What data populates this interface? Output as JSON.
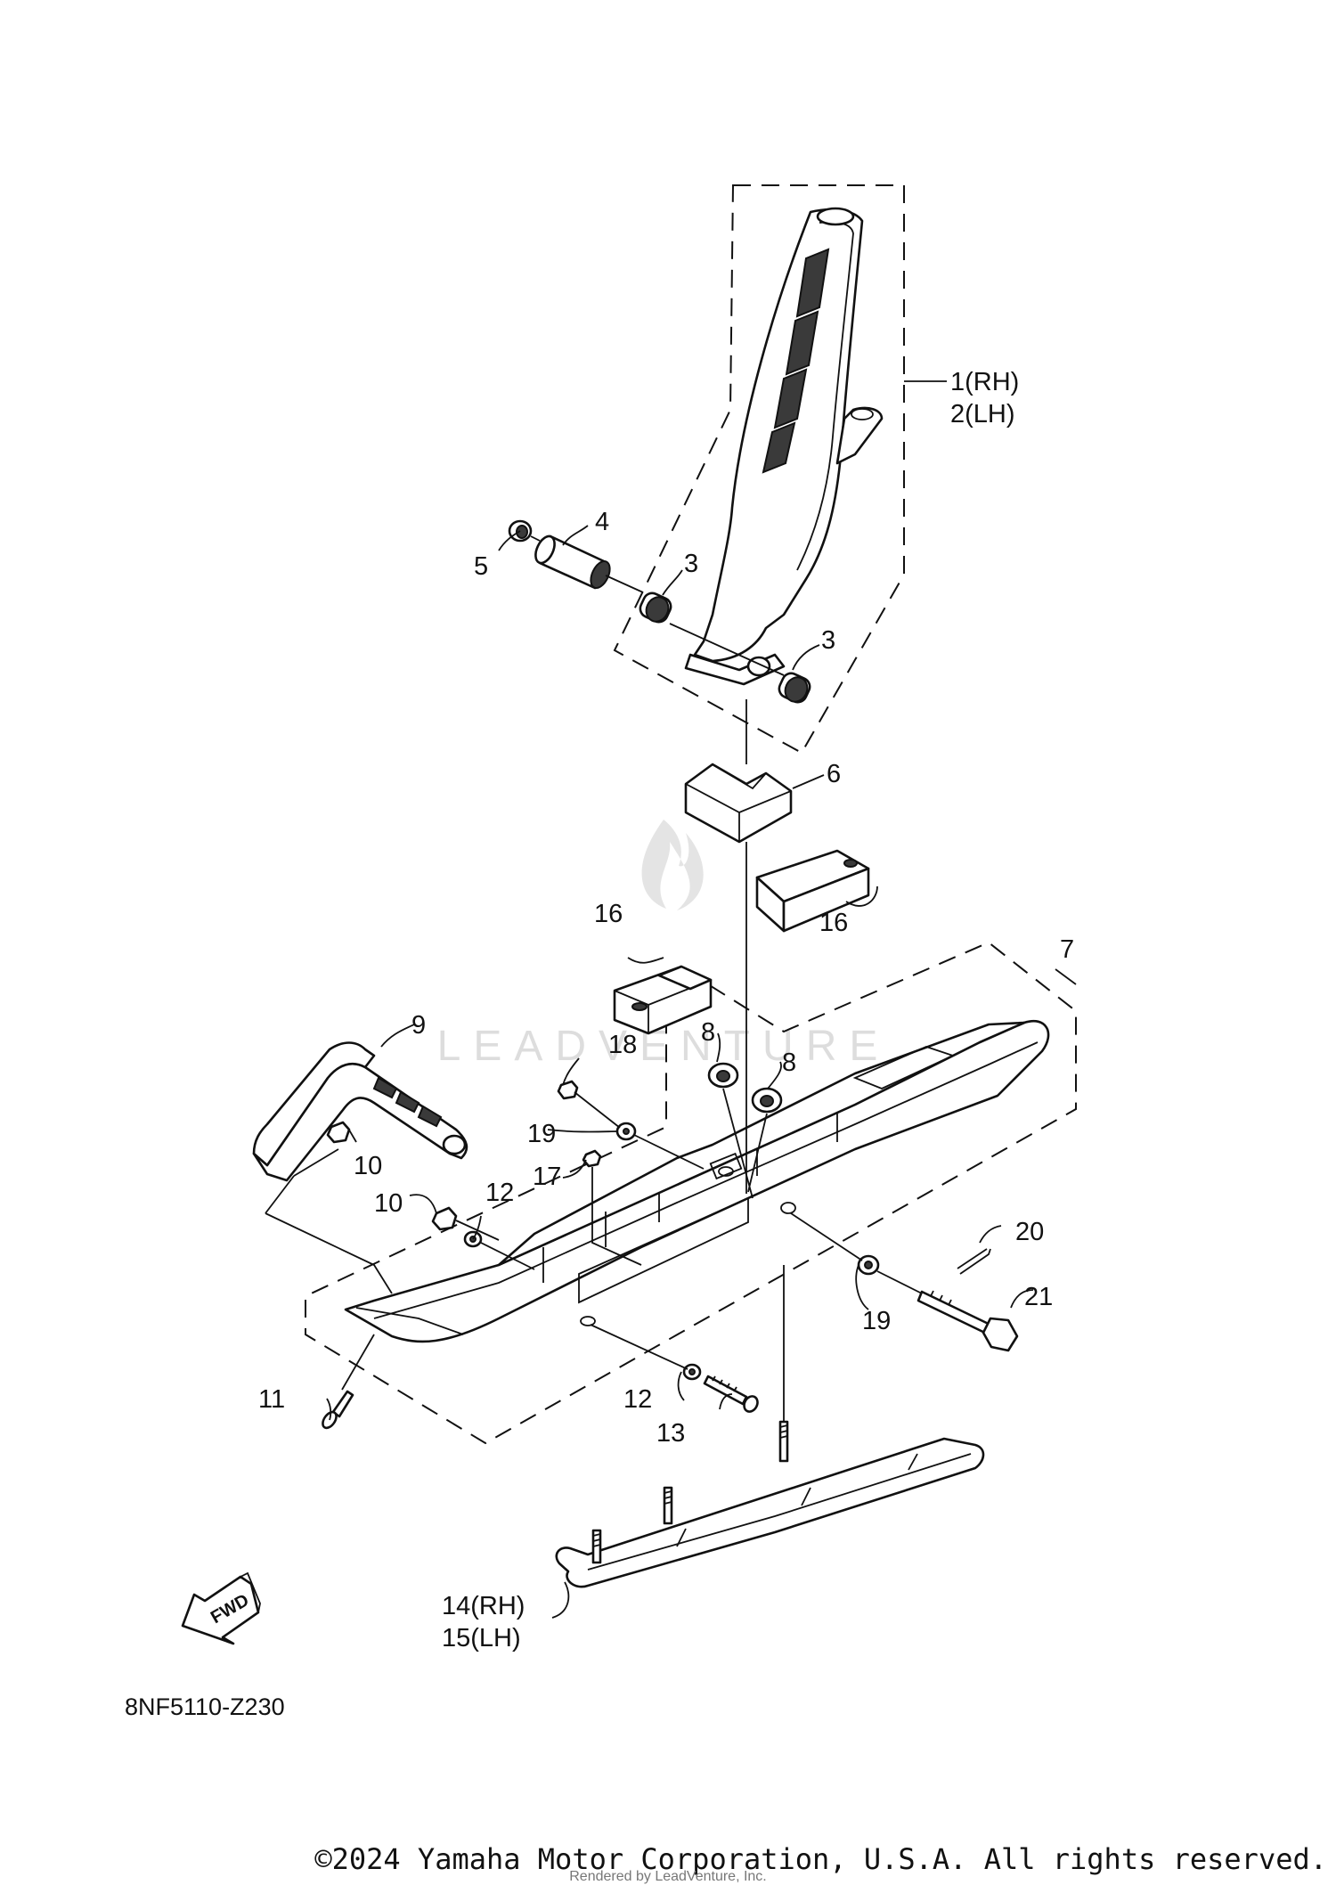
{
  "diagram_code": "8NF5110-Z230",
  "copyright": "©2024 Yamaha Motor Corporation, U.S.A. All rights reserved.",
  "rendered_by": "Rendered by LeadVenture, Inc.",
  "watermark": "LEADVENTURE",
  "fwd_label": "FWD",
  "callouts": {
    "c1": "1(RH)",
    "c2": "2(LH)",
    "c3a": "3",
    "c3b": "3",
    "c4": "4",
    "c5": "5",
    "c6": "6",
    "c7": "7",
    "c8a": "8",
    "c8b": "8",
    "c9": "9",
    "c10a": "10",
    "c10b": "10",
    "c11": "11",
    "c12a": "12",
    "c12b": "12",
    "c13": "13",
    "c14": "14(RH)",
    "c15": "15(LH)",
    "c16a": "16",
    "c16b": "16",
    "c17": "17",
    "c18": "18",
    "c19a": "19",
    "c19b": "19",
    "c20": "20",
    "c21": "21"
  }
}
